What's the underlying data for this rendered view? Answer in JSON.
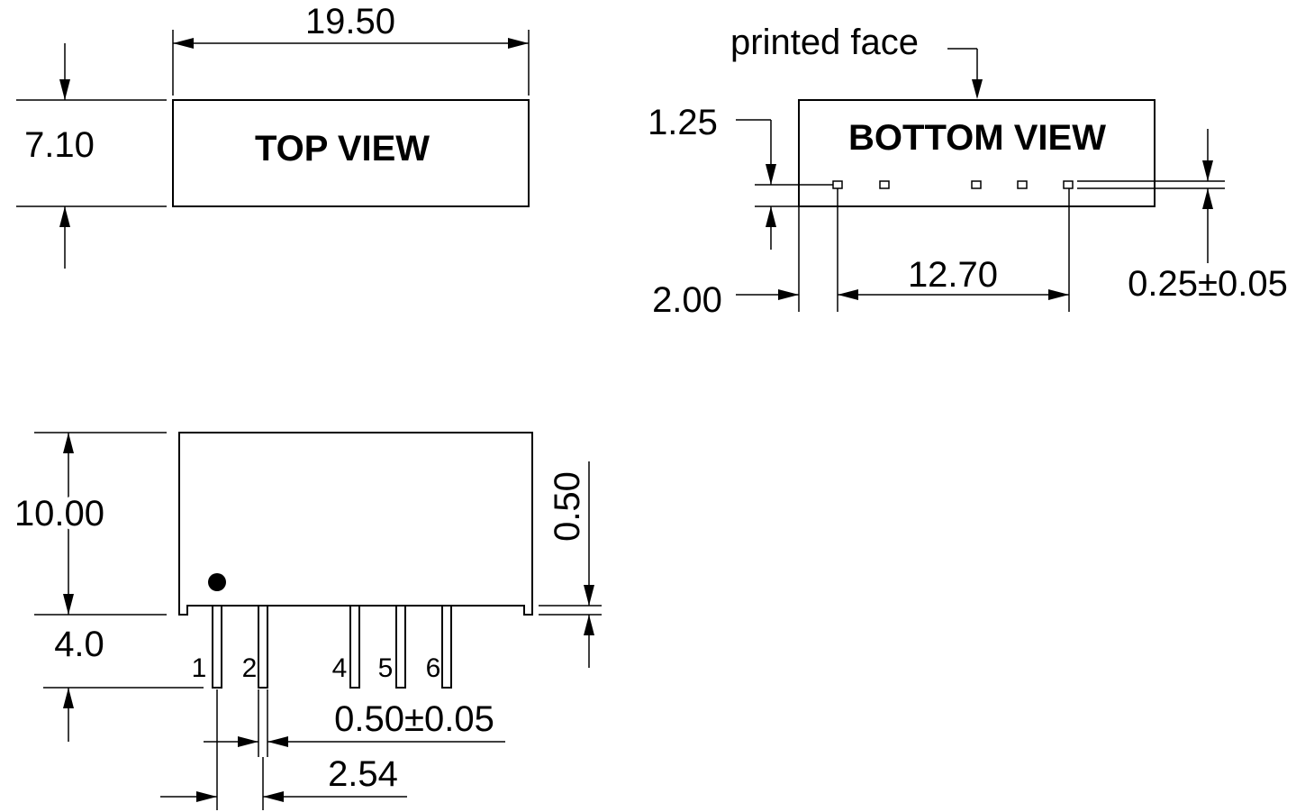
{
  "top_view": {
    "label": "TOP VIEW",
    "width_dim": "19.50",
    "height_dim": "7.10"
  },
  "bottom_view": {
    "label": "BOTTOM VIEW",
    "printed_face_label": "printed face",
    "edge_offset_dim": "1.25",
    "pin_offset_dim": "2.00",
    "pin_span_dim": "12.70",
    "pin_size_dim": "0.25±0.05"
  },
  "side_view": {
    "height_dim": "10.00",
    "pin_length_dim": "4.0",
    "standoff_dim": "0.50",
    "pin_width_dim": "0.50±0.05",
    "pin_pitch_dim": "2.54",
    "pins": [
      {
        "label": "1"
      },
      {
        "label": "2"
      },
      {
        "label": "4"
      },
      {
        "label": "5"
      },
      {
        "label": "6"
      }
    ]
  }
}
